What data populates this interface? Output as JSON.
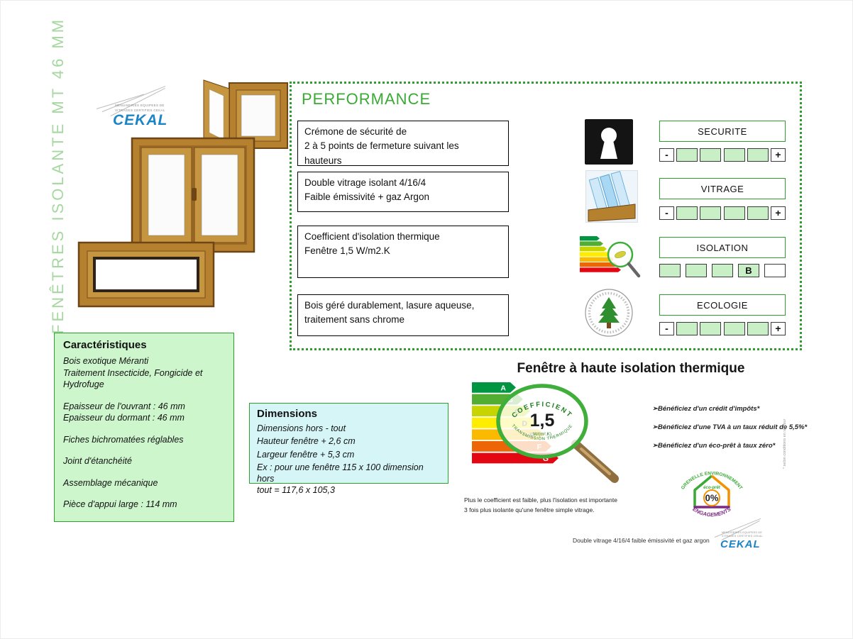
{
  "page": {
    "vertical_title": "FENÊTRES ISOLANTE MT 46 MM",
    "heading": "Fenêtre à haute isolation thermique"
  },
  "cekal": {
    "caption": "MENUISERIES EQUIPEES DE\nVITRAGES CERTIFIES CEKAL",
    "brand": "CEKAL"
  },
  "performance": {
    "title": "PERFORMANCE",
    "features": [
      {
        "text": "Crémone de sécurité de\n2 à 5 points de fermeture suivant les\nhauteurs"
      },
      {
        "text": "Double vitrage isolant 4/16/4\nFaible émissivité + gaz Argon"
      },
      {
        "text": "Coefficient d'isolation thermique\nFenêtre 1,5 W/m2.K"
      },
      {
        "text": "Bois géré durablement, lasure aqueuse,\ntraitement sans chrome"
      }
    ],
    "ratings": [
      {
        "label": "SECURITE",
        "minus": "-",
        "plus": "+"
      },
      {
        "label": "VITRAGE",
        "minus": "-",
        "plus": "+"
      },
      {
        "label": "ISOLATION",
        "grade": "B"
      },
      {
        "label": "ECOLOGIE",
        "minus": "-",
        "plus": "+"
      }
    ]
  },
  "caracteristiques": {
    "title": "Caractéristiques",
    "lines": [
      "Bois exotique Méranti\nTraitement Insecticide, Fongicide et\nHydrofuge",
      "Epaisseur de l'ouvrant : 46 mm\nEpaisseur du dormant : 46 mm",
      "Fiches bichromatées réglables",
      "Joint d'étanchéité",
      "Assemblage mécanique",
      "Pièce d'appui large : 114 mm"
    ]
  },
  "dimensions": {
    "title": "Dimensions",
    "lines": [
      "Dimensions hors - tout",
      "Hauteur fenêtre + 2,6 cm",
      "Largeur fenêtre + 5,3 cm",
      "Ex : pour une fenêtre 115 x 100 dimension hors\ntout = 117,6 x 105,3"
    ]
  },
  "energy_label": {
    "letters": [
      "A",
      "B",
      "C",
      "D",
      "E",
      "F",
      "G"
    ],
    "value": "1,5",
    "unit": "W/(m².K)",
    "arc_top": "COEFFICIENT",
    "arc_bottom": "TRANSMISSION THERMIQUE",
    "caption": "Plus le coefficient est faible, plus l'isolation est importante\n3 fois plus isolante qu'une fenêtre simple vitrage."
  },
  "benefits": [
    "➢Bénéficiez d'un crédit d'impôts*",
    "➢Bénéficiez d'une TVA à un taux réduit de 5,5%*",
    "➢Bénéficiez d'un éco-prêt à taux zéro*"
  ],
  "eco_logo": {
    "arc_top": "GRENELLE ENVIRONNEMENT",
    "banner": "éco-prêt",
    "value": "0%",
    "arc_bottom": "ENGAGEMENTS"
  },
  "footer": {
    "glazing_note": "Double vitrage 4/16/4 faible émissivité et gaz argon",
    "footnote": "* selon conditions en vigueur"
  },
  "colors": {
    "accent_green": "#2e9e2e",
    "cell_green": "#c9efc7",
    "panel_green": "#cdf6cd",
    "panel_cyan": "#d5f5f7",
    "cekal_blue": "#1b84c6"
  }
}
